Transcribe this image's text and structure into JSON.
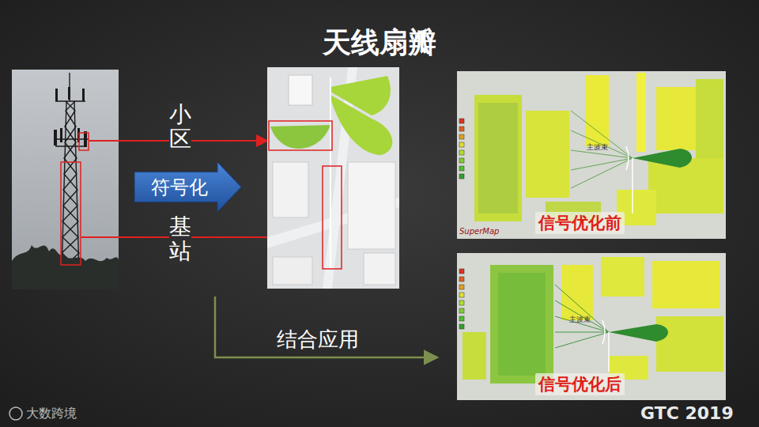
{
  "diagram": {
    "title": "天线扇瓣",
    "nodes": [
      {
        "text": [
          "符号化"
        ]
      },
      {
        "text": [
          "信号优化前"
        ]
      },
      {
        "text": [
          "信号优化后"
        ]
      }
    ],
    "labels": [
      "小区",
      "基站",
      "结合应用",
      "主波束",
      "主波束",
      "SuperMap",
      "大数跨境",
      "GTC 2019"
    ]
  }
}
